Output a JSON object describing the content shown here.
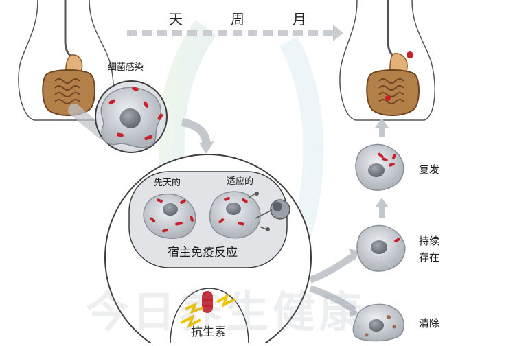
{
  "timeline": {
    "labels": [
      "天",
      "周",
      "月"
    ]
  },
  "labels": {
    "infection": "细菌感染",
    "innate": "先天的",
    "adaptive": "适应的",
    "host_response": "宿主免疫反应",
    "antibiotic": "抗生素",
    "relapse": "复发",
    "persist_line1": "持续",
    "persist_line2": "存在",
    "clear": "清除"
  },
  "watermark": "今日养生健康",
  "colors": {
    "bacteria": "#c8202a",
    "cell_fill": "#c9cdd3",
    "nucleus": "#7d828b",
    "arrow": "#c4c7cc",
    "intestine": "#8a5a2c",
    "stomach": "#e3b27a"
  }
}
